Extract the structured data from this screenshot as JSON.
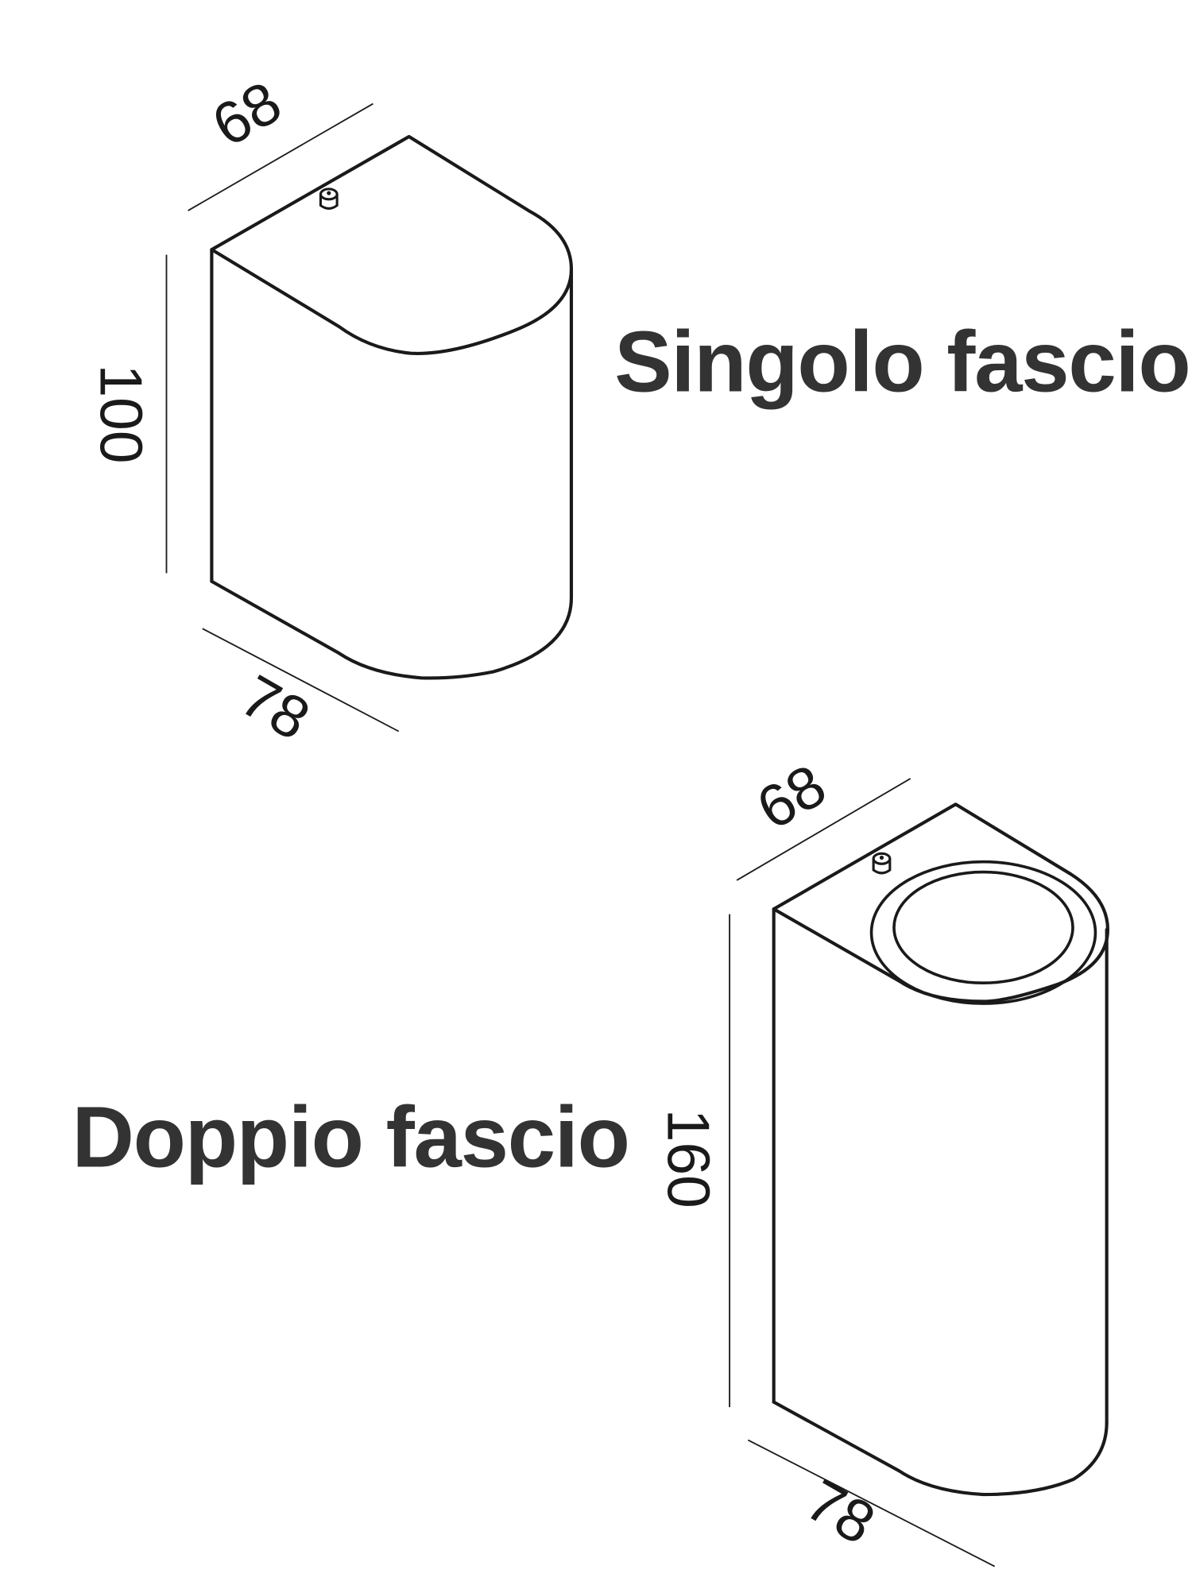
{
  "figures": [
    {
      "id": "single-beam",
      "label": "Singolo fascio",
      "dimensions": {
        "width": "68",
        "height": "100",
        "depth": "78"
      }
    },
    {
      "id": "double-beam",
      "label": "Doppio fascio",
      "dimensions": {
        "width": "68",
        "height": "160",
        "depth": "78"
      }
    }
  ],
  "colors": {
    "outline": "#1a1a1a",
    "label": "#333333",
    "background": "#ffffff"
  }
}
